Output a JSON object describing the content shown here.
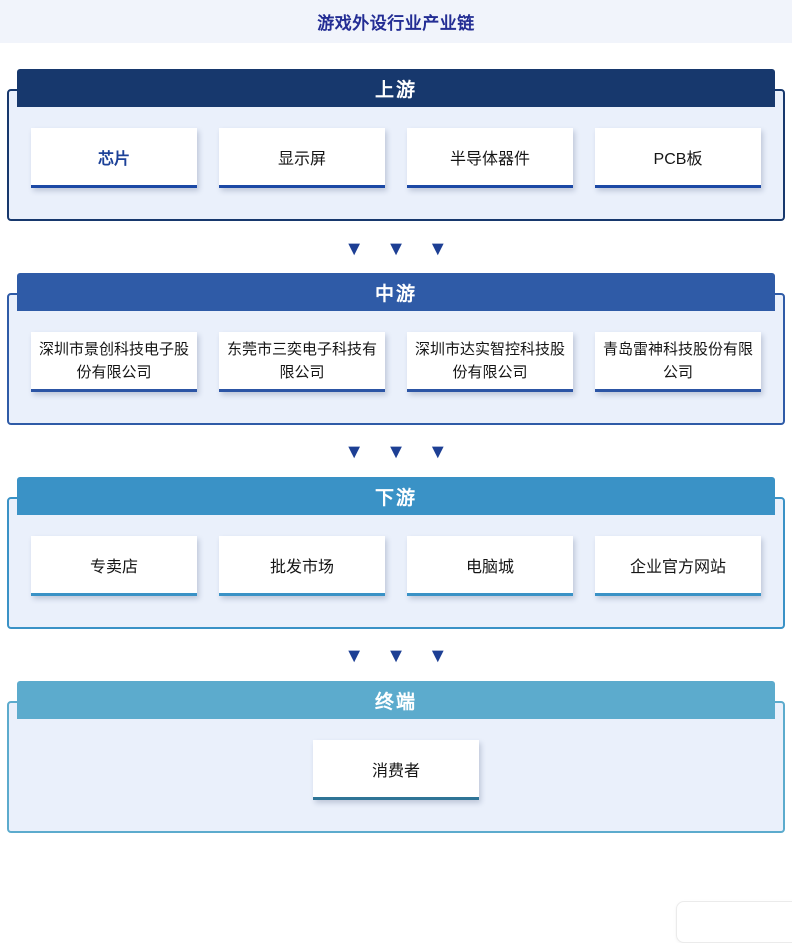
{
  "page": {
    "title": "游戏外设行业产业链",
    "title_color": "#232d94",
    "band_background": "#f1f4fb",
    "background": "#ffffff"
  },
  "arrows": {
    "glyph": "▼",
    "color": "#1d3f94"
  },
  "tiers": [
    {
      "id": "upstream",
      "label": "上游",
      "header_color": "#17386d",
      "border_color": "#17386d",
      "body_background": "#eaf0fb",
      "card_accent": "#1c49a5",
      "highlight_text_color": "#1c4198",
      "items": [
        {
          "label": "芯片",
          "highlight": true
        },
        {
          "label": "显示屏",
          "highlight": false
        },
        {
          "label": "半导体器件",
          "highlight": false
        },
        {
          "label": "PCB板",
          "highlight": false
        }
      ]
    },
    {
      "id": "midstream",
      "label": "中游",
      "header_color": "#2f5ba7",
      "border_color": "#2f5ba7",
      "body_background": "#eaf0fb",
      "card_accent": "#2c55a5",
      "items": [
        {
          "label": "深圳市景创科技电子股份有限公司",
          "highlight": false
        },
        {
          "label": "东莞市三奕电子科技有限公司",
          "highlight": false
        },
        {
          "label": "深圳市达实智控科技股份有限公司",
          "highlight": false
        },
        {
          "label": "青岛雷神科技股份有限公司",
          "highlight": false
        }
      ]
    },
    {
      "id": "downstream",
      "label": "下游",
      "header_color": "#3a92c6",
      "border_color": "#3a92c6",
      "body_background": "#eaf0fb",
      "card_accent": "#3a92c6",
      "items": [
        {
          "label": "专卖店",
          "highlight": false
        },
        {
          "label": "批发市场",
          "highlight": false
        },
        {
          "label": "电脑城",
          "highlight": false
        },
        {
          "label": "企业官方网站",
          "highlight": false
        }
      ]
    },
    {
      "id": "terminal",
      "label": "终端",
      "header_color": "#5cabcd",
      "border_color": "#5cabcd",
      "body_background": "#eaf0fb",
      "card_accent": "#2e7496",
      "items": [
        {
          "label": "消费者",
          "highlight": false
        }
      ]
    }
  ]
}
